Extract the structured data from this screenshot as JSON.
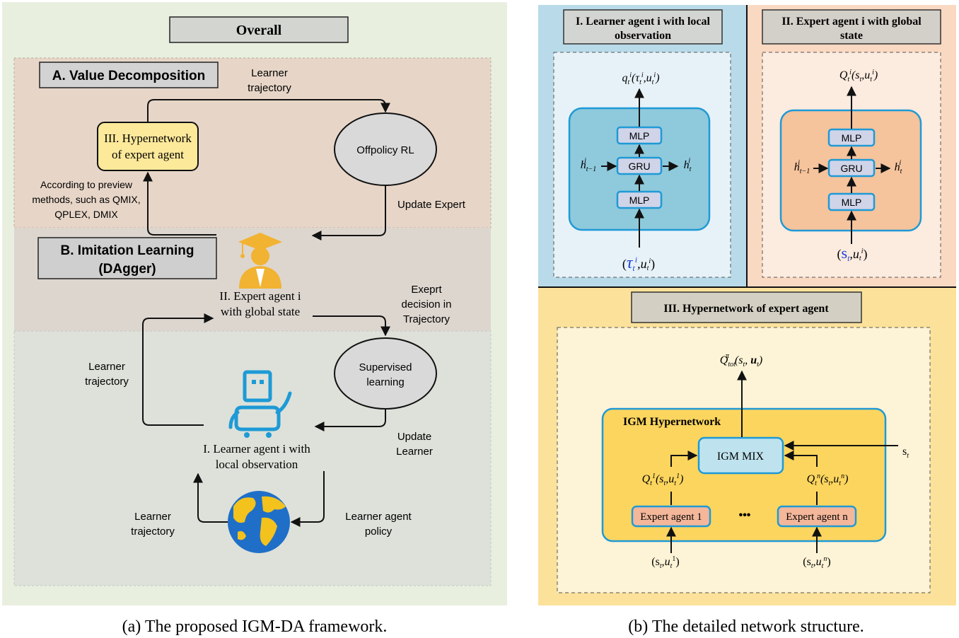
{
  "left": {
    "title": "Overall",
    "section_a": "A. Value Decomposition",
    "section_b_line1": "B. Imitation Learning",
    "section_b_line2": "(DAgger)",
    "hyper_box_line1": "III. Hypernetwork",
    "hyper_box_line2": "of expert agent",
    "offpolicy": "Offpolicy RL",
    "learner_traj_top_1": "Learner",
    "learner_traj_top_2": "trajectory",
    "according_1": "According to preview",
    "according_2": "methods, such as QMIX,",
    "according_3": "QPLEX, DMIX",
    "update_expert": "Update Expert",
    "expert_label_1": "II. Expert agent i",
    "expert_label_2": "with global state",
    "exeprt_1": "Exeprt",
    "exeprt_2": "decision in",
    "exeprt_3": "Trajectory",
    "supervised_1": "Supervised",
    "supervised_2": "learning",
    "learner_traj_mid_1": "Learner",
    "learner_traj_mid_2": "trajectory",
    "update_learner_1": "Update",
    "update_learner_2": "Learner",
    "learner_label_1": "I. Learner agent i with",
    "learner_label_2": "local observation",
    "learner_traj_bot_1": "Learner",
    "learner_traj_bot_2": "trajectory",
    "policy_1": "Learner agent",
    "policy_2": "policy",
    "caption": "(a)  The proposed IGM-DA framework."
  },
  "right": {
    "panel1_title_1": "I. Learner agent i with local",
    "panel1_title_2": "observation",
    "panel2_title_1": "II. Expert agent i with global",
    "panel2_title_2": "state",
    "panel3_title": "III. Hypernetwork of expert agent",
    "mlp": "MLP",
    "gru": "GRU",
    "igm_hyper": "IGM Hypernetwork",
    "igm_mix": "IGM MIX",
    "expert1": "Expert agent 1",
    "expertn": "Expert agent n",
    "dots": "•••",
    "caption": "(b)  The detailed network structure."
  },
  "colors": {
    "left_bg": "#e8efdf",
    "section_a_bg": "#e7d6c8",
    "section_b_bg": "#ddd6cf",
    "section_c_bg": "#dde1d9",
    "panel1_bg": "#b9dbe9",
    "panel2_bg": "#fad9c2",
    "panel3_bg": "#fbe19a",
    "accent_blue": "#1e9ad6",
    "expert_gold": "#f1b331"
  }
}
